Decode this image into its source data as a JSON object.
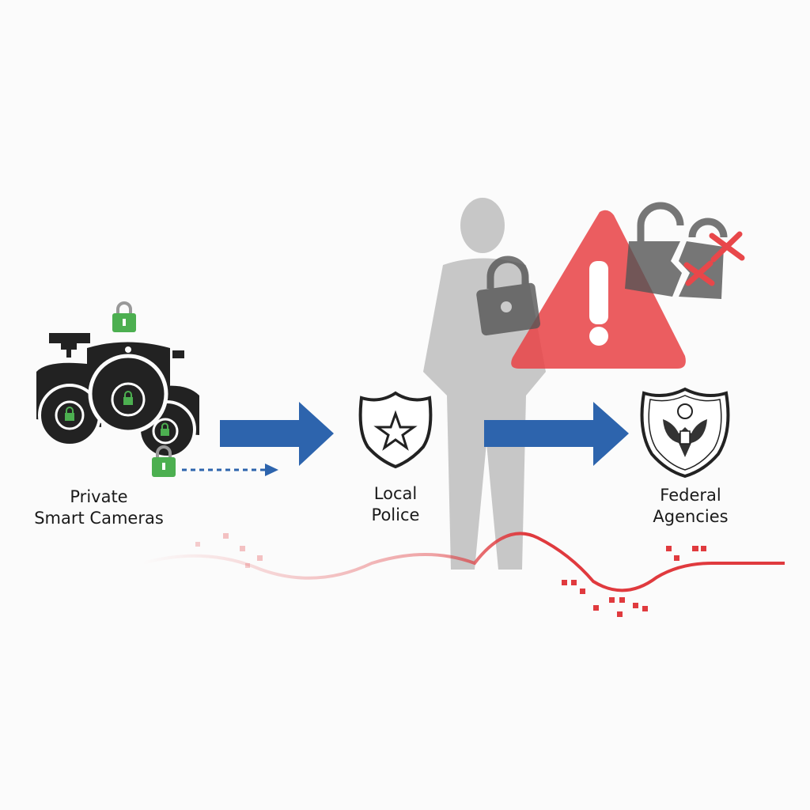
{
  "nodes": {
    "cameras": {
      "line1": "Private",
      "line2": "Smart Cameras"
    },
    "police": {
      "line1": "Local",
      "line2": "Police"
    },
    "federal": {
      "line1": "Federal",
      "line2": "Agencies"
    }
  },
  "colors": {
    "arrow": "#2d64ad",
    "lock_green": "#4caf50",
    "warning_red": "#e8474a",
    "signal_red": "#e03a3e",
    "silhouette": "#9a9a9a"
  }
}
